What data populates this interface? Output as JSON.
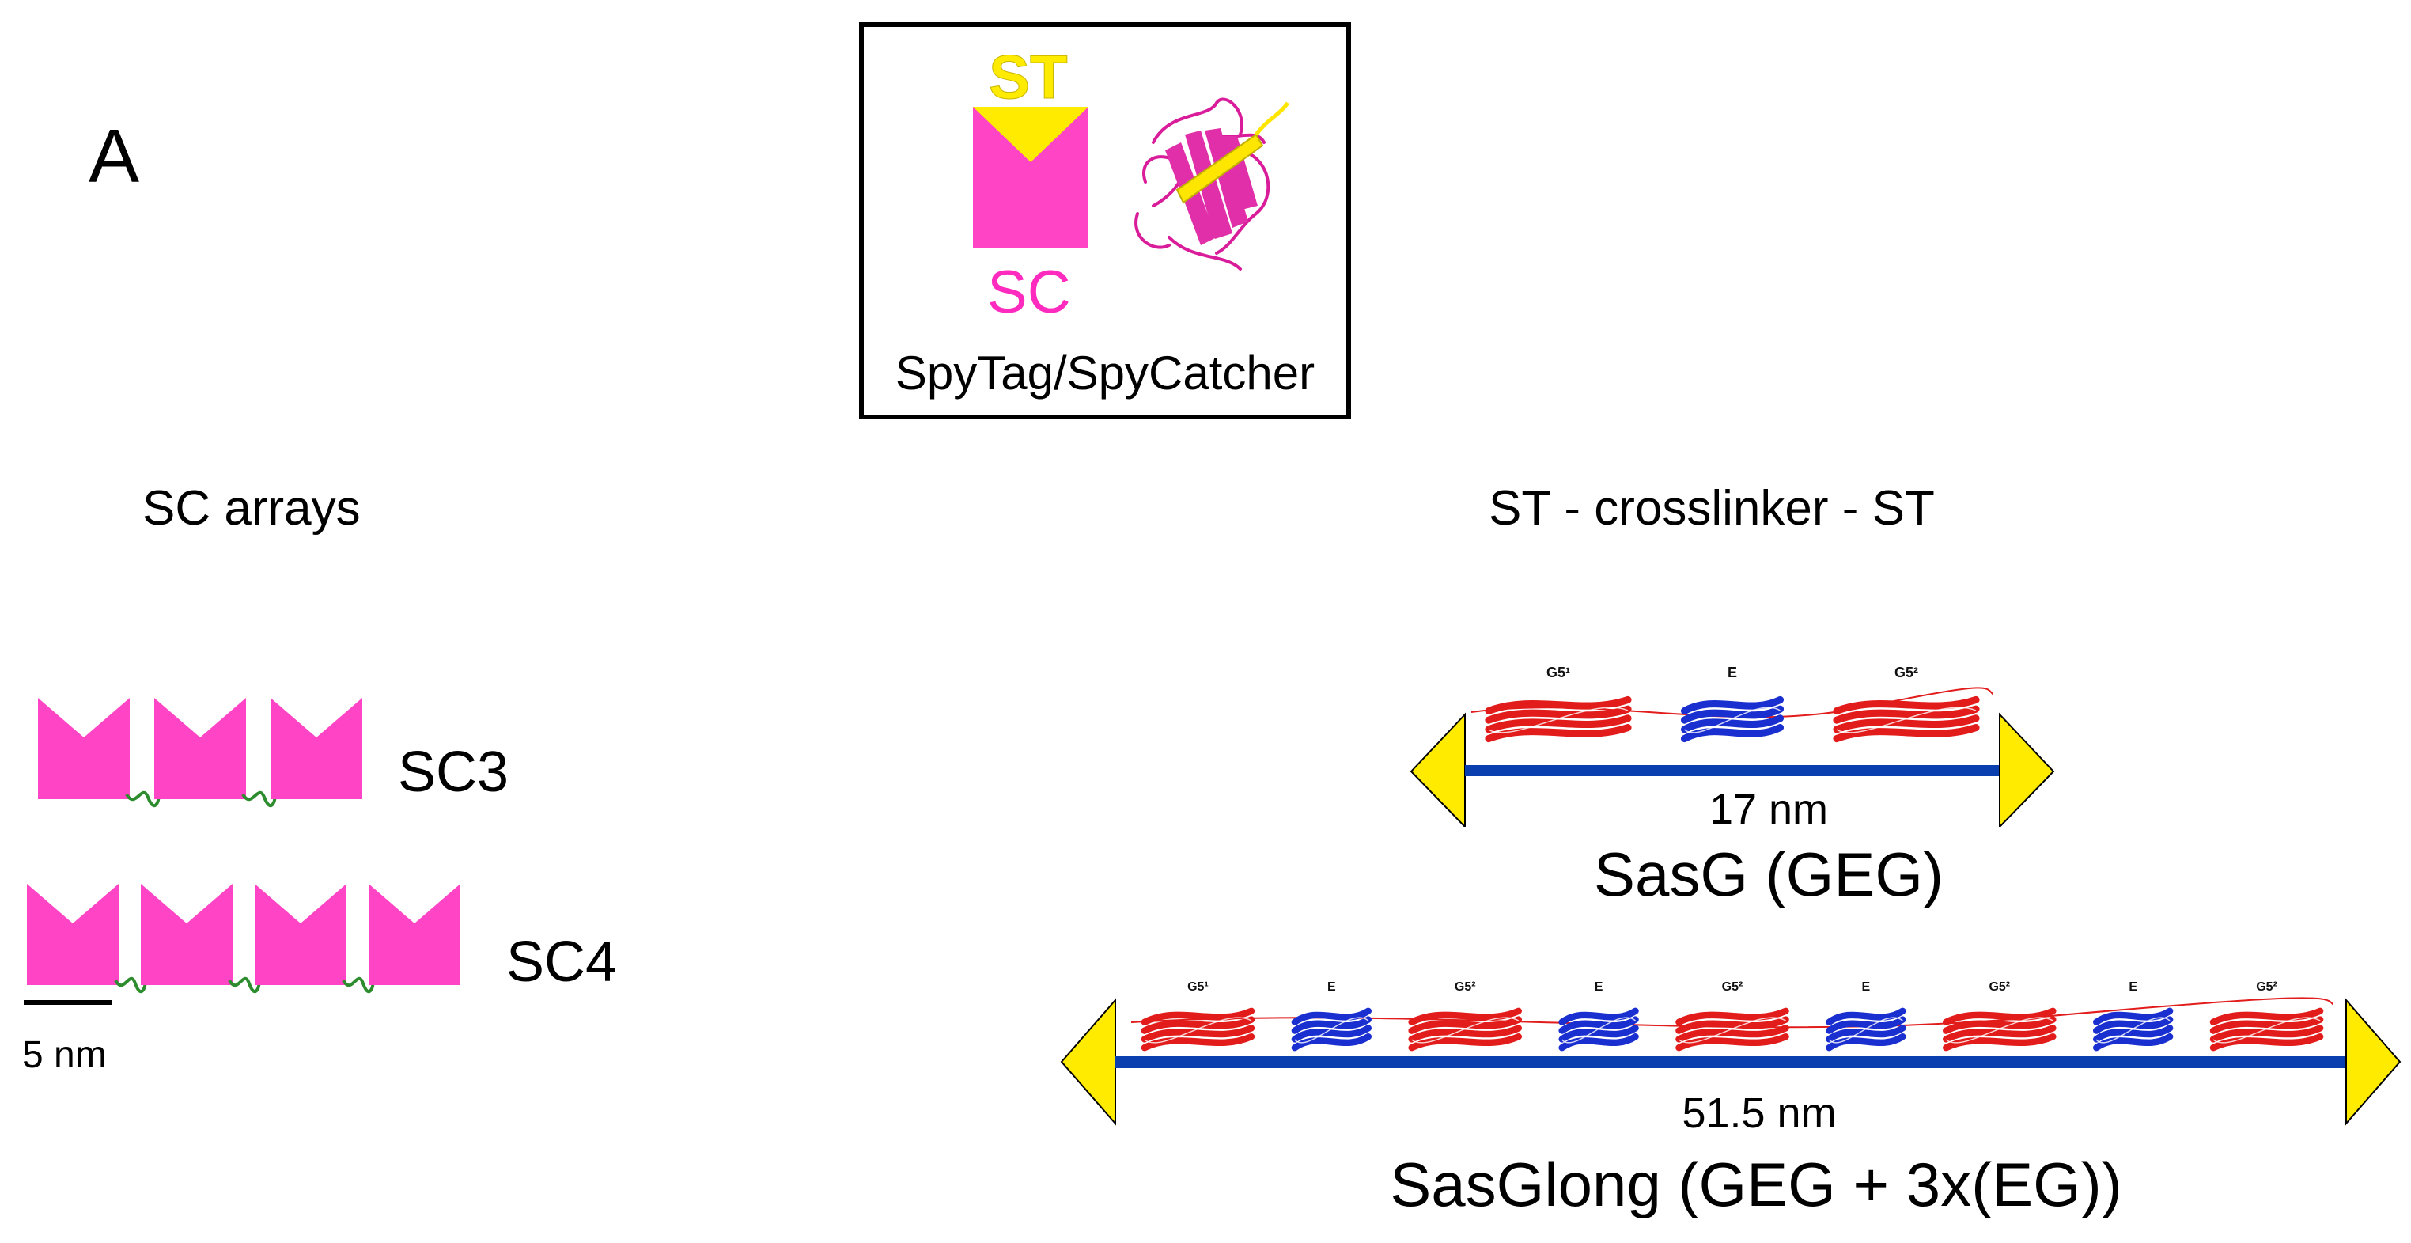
{
  "panel_label": "A",
  "legend": {
    "tag_label": "ST",
    "catcher_label": "SC",
    "caption": "SpyTag/SpyCatcher"
  },
  "left": {
    "heading": "SC arrays",
    "rows": [
      {
        "label": "SC3",
        "blocks": 3
      },
      {
        "label": "SC4",
        "blocks": 4
      }
    ],
    "scale_bar_label": "5 nm"
  },
  "right": {
    "heading": "ST - crosslinker - ST",
    "constructs": [
      {
        "length_label": "17 nm",
        "name": "SasG (GEG)",
        "domains": [
          "G5¹",
          "E",
          "G5²"
        ]
      },
      {
        "length_label": "51.5 nm",
        "name": "SasGlong (GEG + 3x(EG))",
        "domains": [
          "G5¹",
          "E",
          "G5²",
          "E",
          "G5²",
          "E",
          "G5²",
          "E",
          "G5²"
        ]
      }
    ]
  },
  "colors": {
    "catcher": "#ff45c5",
    "tag": "#ffeb00",
    "linker": "#2d8c2d",
    "rod": "#0a3fb0",
    "g5_domain": "#e21b1b",
    "e_domain": "#1a2fcf",
    "frame": "#000000"
  }
}
